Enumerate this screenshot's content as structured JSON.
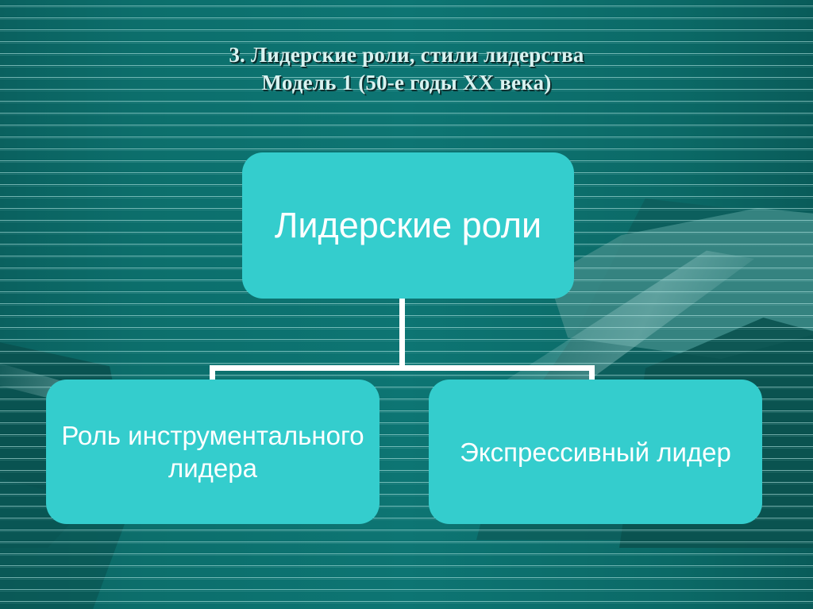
{
  "slide": {
    "title_lines": [
      "3. Лидерские роли, стили лидерства",
      "Модель 1 (50-е годы XX века)"
    ],
    "diagram": {
      "root": {
        "label": "Лидерские роли"
      },
      "children": [
        {
          "label": "Роль инструментального лидера"
        },
        {
          "label": "Экспрессивный лидер"
        }
      ]
    },
    "colors": {
      "background_teal": "#0b6a68",
      "stripe_light": "#b9ebe8",
      "node_fill": "#34cdcd",
      "node_text": "#ffffff",
      "title_text": "#d9f2f0",
      "connector": "#ffffff"
    }
  }
}
